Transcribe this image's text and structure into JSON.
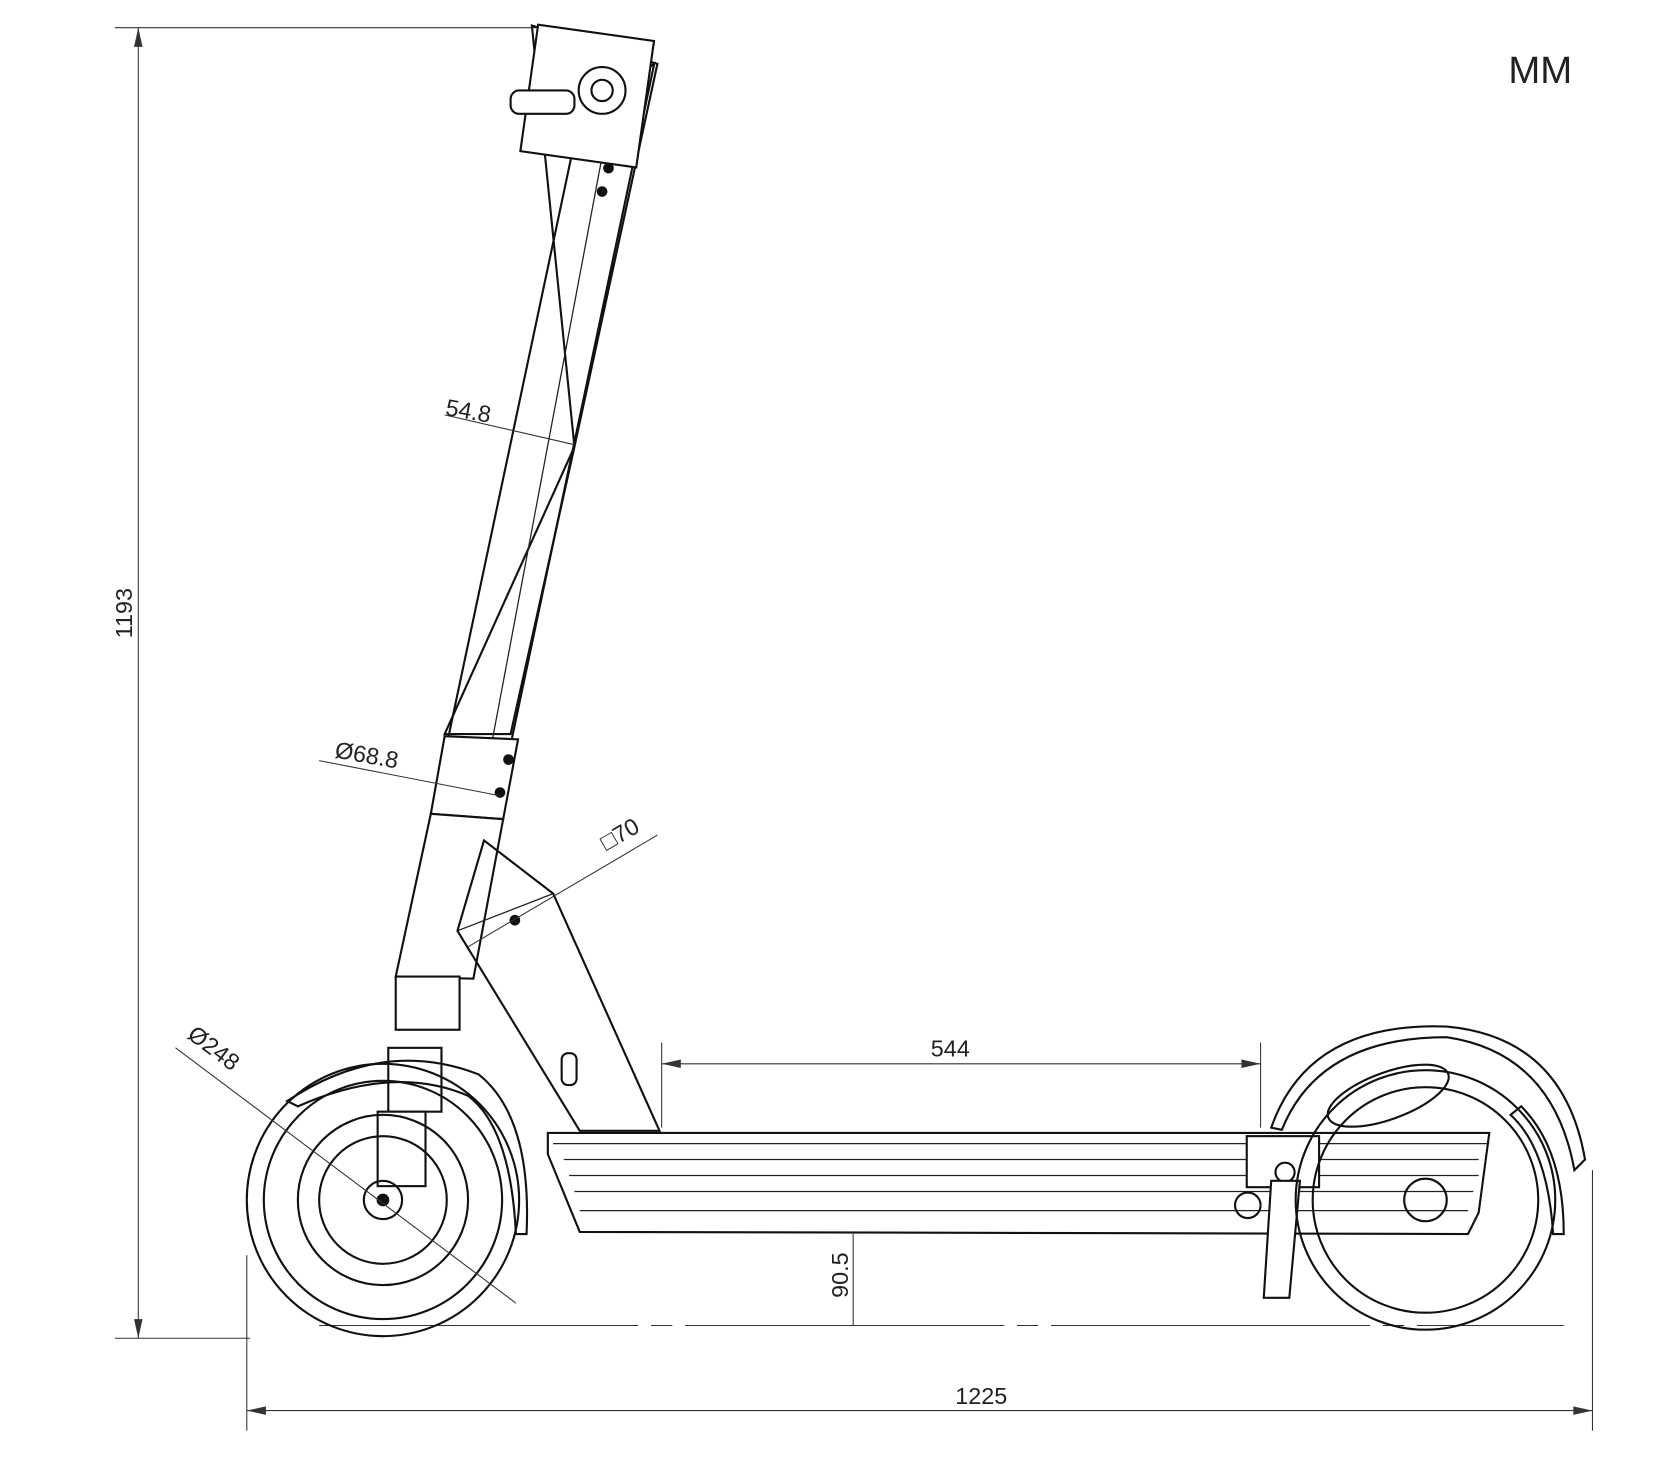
{
  "units_label": "MM",
  "dimensions": {
    "overall_height": "1193",
    "overall_length": "1225",
    "stem_width": "54.8",
    "stem_tube_diameter": "Ø68.8",
    "frame_square": "□70",
    "deck_length": "544",
    "ground_clearance": "90.5",
    "wheel_diameter": "Ø248"
  },
  "colors": {
    "line": "#111111",
    "background": "#ffffff"
  }
}
